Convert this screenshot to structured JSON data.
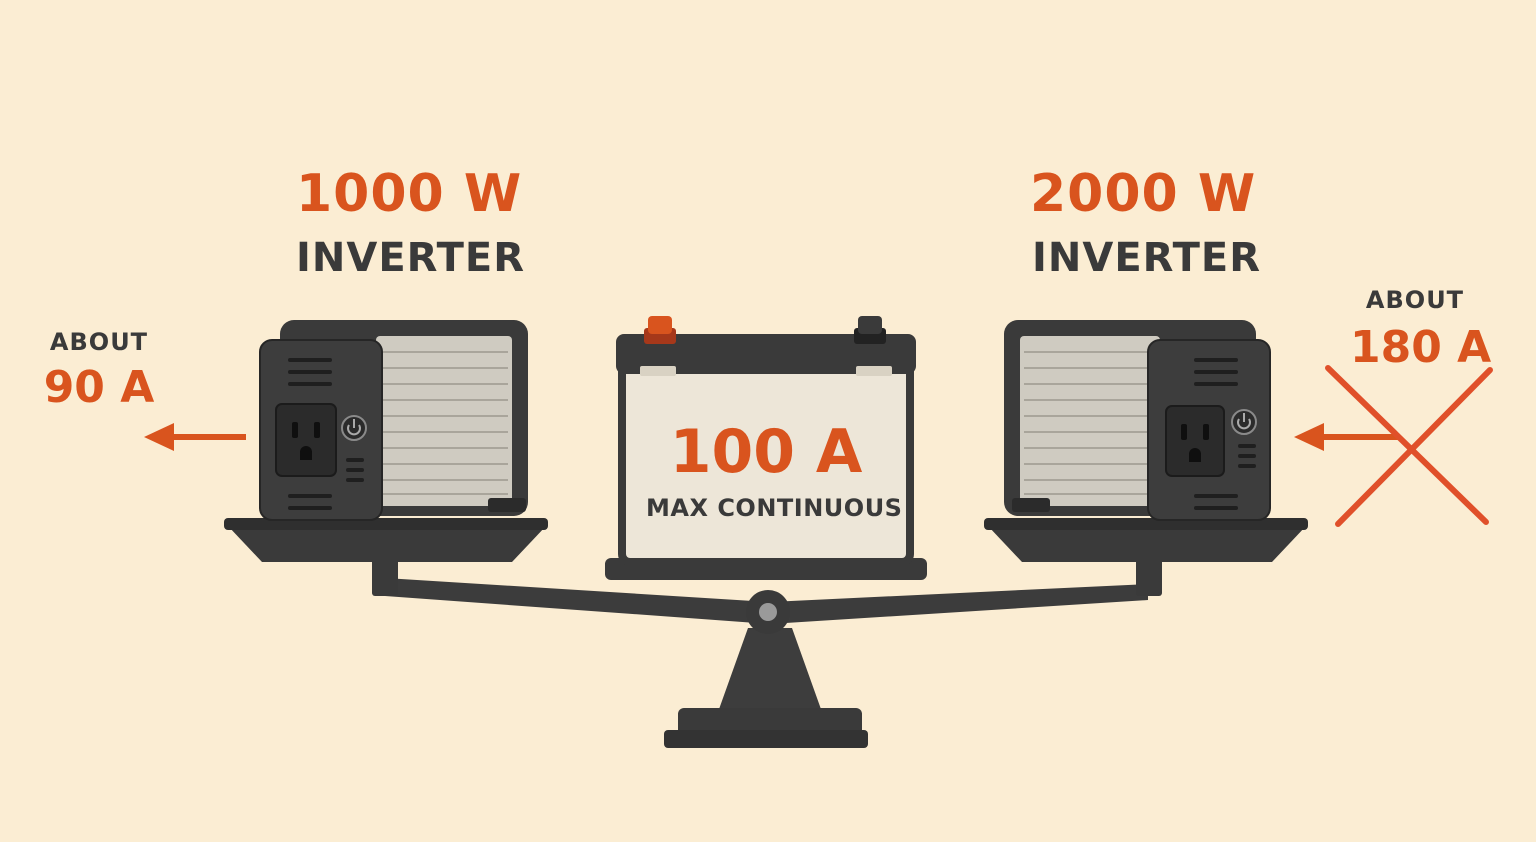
{
  "colors": {
    "background": "#fbedd3",
    "accent": "#d9541e",
    "dark": "#3a3a3a",
    "metal": "#c9c6bc",
    "battery_body": "#ede6d8"
  },
  "left_inverter": {
    "power": "1000 W",
    "kind": "INVERTER",
    "current_label": "ABOUT",
    "current": "90 A",
    "icons": [
      "outlet-icon",
      "power-button-icon",
      "arrow-left-icon"
    ]
  },
  "battery": {
    "rating": "100 A",
    "rating_label": "MAX CONTINUOUS",
    "icons": [
      "positive-terminal-icon",
      "negative-terminal-icon"
    ]
  },
  "right_inverter": {
    "power": "2000 W",
    "kind": "INVERTER",
    "current_label": "ABOUT",
    "current": "180 A",
    "icons": [
      "outlet-icon",
      "power-button-icon",
      "arrow-left-icon",
      "cross-mark-icon"
    ]
  },
  "scale": {
    "icons": [
      "balance-scale-icon"
    ]
  }
}
